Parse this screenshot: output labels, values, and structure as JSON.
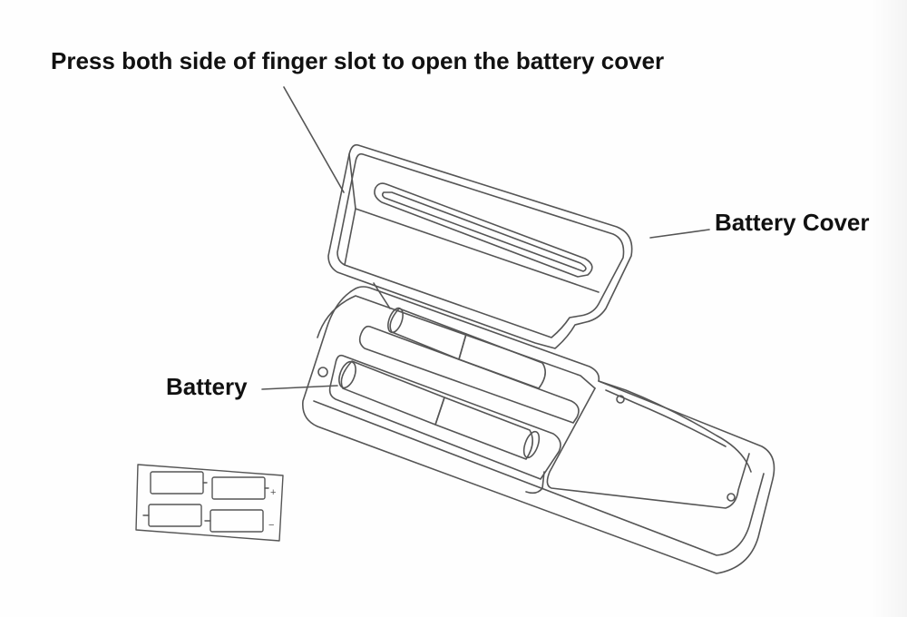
{
  "labels": {
    "instruction": "Press both side of finger slot to open the battery cover",
    "battery_cover": "Battery Cover",
    "battery": "Battery"
  },
  "polarity": {
    "plus": "+",
    "minus": "−"
  },
  "colors": {
    "background": "#fefefe",
    "line_art": "#555555",
    "text": "#111111"
  }
}
